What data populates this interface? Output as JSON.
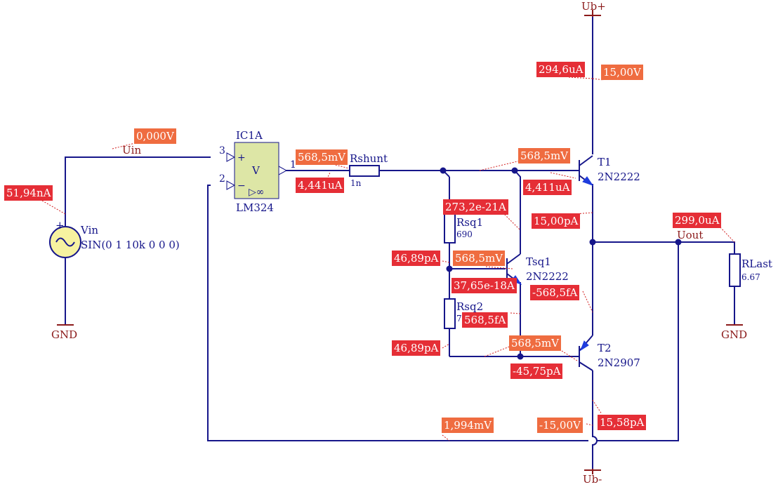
{
  "schematic": {
    "supplies": {
      "ub_plus": "Ub+",
      "ub_minus": "Ub-",
      "gnd_left": "GND",
      "gnd_right": "GND"
    },
    "nets": {
      "uin": "Uin",
      "uout": "Uout"
    },
    "opamp": {
      "ref": "IC1A",
      "value": "LM324",
      "pin_inp": "3",
      "pin_inn": "2",
      "pin_out": "1",
      "sym_plus": "+",
      "sym_minus": "−",
      "sym_v": "V",
      "sym_inf": "▷∞"
    },
    "source": {
      "ref": "Vin",
      "value": "SIN(0 1 10k 0 0 0)",
      "plus": "+"
    },
    "components": {
      "rshunt": {
        "ref": "Rshunt",
        "value": "1n"
      },
      "rsq1": {
        "ref": "Rsq1",
        "value": "690"
      },
      "rsq2": {
        "ref": "Rsq2",
        "value": "7"
      },
      "rlast": {
        "ref": "RLast",
        "value": "6.67"
      },
      "t1": {
        "ref": "T1",
        "value": "2N2222"
      },
      "t2": {
        "ref": "T2",
        "value": "2N2907"
      },
      "tsq1": {
        "ref": "Tsq1",
        "value": "2N2222"
      }
    },
    "probes": [
      {
        "id": "p-uin-voltage",
        "text": "0,000V",
        "kind": "voltage"
      },
      {
        "id": "p-vin-current",
        "text": "51,94nA",
        "kind": "current"
      },
      {
        "id": "p-opout-voltage",
        "text": "568,5mV",
        "kind": "voltage"
      },
      {
        "id": "p-opout-current",
        "text": "4,441uA",
        "kind": "current"
      },
      {
        "id": "p-t1-collector-current",
        "text": "294,6uA",
        "kind": "current"
      },
      {
        "id": "p-t1-collector-voltage",
        "text": "15,00V",
        "kind": "voltage"
      },
      {
        "id": "p-t1-base-voltage",
        "text": "568,5mV",
        "kind": "voltage"
      },
      {
        "id": "p-t1-base-current",
        "text": "4,411uA",
        "kind": "current"
      },
      {
        "id": "p-rsq1-current",
        "text": "273,2e-21A",
        "kind": "current"
      },
      {
        "id": "p-t1-emitter-current",
        "text": "15,00pA",
        "kind": "current"
      },
      {
        "id": "p-rlast-current",
        "text": "299,0uA",
        "kind": "current"
      },
      {
        "id": "p-rsq-mid-current",
        "text": "46,89pA",
        "kind": "current"
      },
      {
        "id": "p-tsq1-base-voltage",
        "text": "568,5mV",
        "kind": "voltage"
      },
      {
        "id": "p-tsq1-emitter-current",
        "text": "37,65e-18A",
        "kind": "current"
      },
      {
        "id": "p-tsq1-collector-current",
        "text": "-568,5fA",
        "kind": "current"
      },
      {
        "id": "p-rsq2-current",
        "text": "568,5fA",
        "kind": "current"
      },
      {
        "id": "p-rsq2-bottom-current",
        "text": "46,89pA",
        "kind": "current"
      },
      {
        "id": "p-t2-base-voltage",
        "text": "568,5mV",
        "kind": "voltage"
      },
      {
        "id": "p-t2-base-current",
        "text": "-45,75pA",
        "kind": "current"
      },
      {
        "id": "p-feedback-voltage",
        "text": "1,994mV",
        "kind": "voltage"
      },
      {
        "id": "p-t2-collector-voltage",
        "text": "-15,00V",
        "kind": "voltage"
      },
      {
        "id": "p-t2-collector-current",
        "text": "15,58pA",
        "kind": "current"
      }
    ],
    "colors": {
      "wire": "#16168a",
      "net_label": "#8b1a1a",
      "component_ref": "#16168a",
      "probe_current_bg": "#e52e36",
      "probe_voltage_bg": "#ef6c40",
      "probe_leader": "#d21e1e",
      "opamp_fill": "#dde6a6",
      "source_fill": "#f6f2a0",
      "emitter_arrow": "#1f3cdd"
    }
  }
}
